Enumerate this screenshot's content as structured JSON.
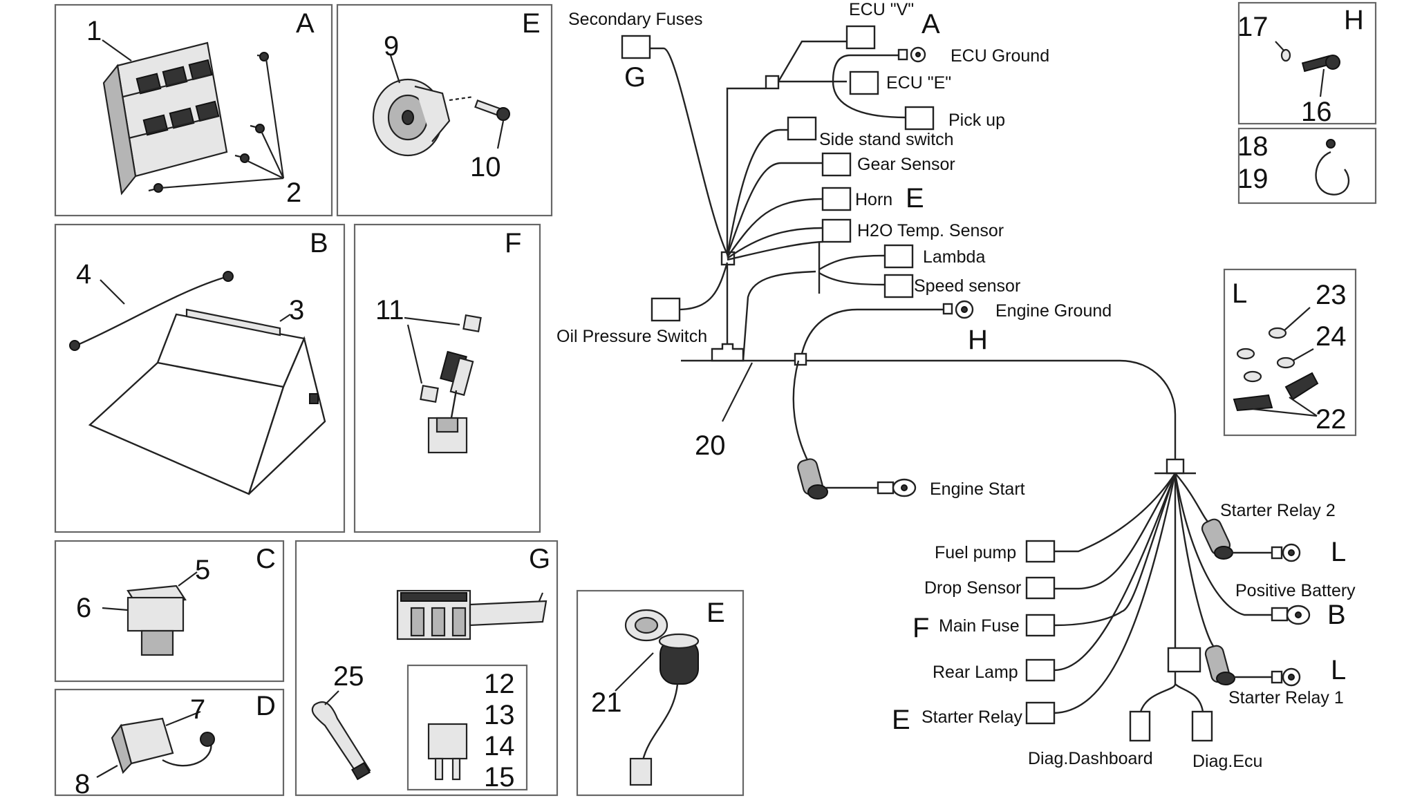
{
  "panels": {
    "A": {
      "letter": "A",
      "labels": [
        "1",
        "2"
      ]
    },
    "E1": {
      "letter": "E",
      "labels": [
        "9",
        "10"
      ]
    },
    "B": {
      "letter": "B",
      "labels": [
        "4",
        "3"
      ]
    },
    "F": {
      "letter": "F",
      "labels": [
        "11"
      ]
    },
    "C": {
      "letter": "C",
      "labels": [
        "5",
        "6"
      ]
    },
    "G": {
      "letter": "G",
      "labels": [
        "25",
        "12",
        "13",
        "14",
        "15"
      ]
    },
    "D": {
      "letter": "D",
      "labels": [
        "7",
        "8"
      ]
    },
    "E2": {
      "letter": "E",
      "labels": [
        "21"
      ]
    },
    "H": {
      "letter": "H",
      "labels": [
        "17",
        "16"
      ]
    },
    "I": {
      "letter": "",
      "labels": [
        "18",
        "19"
      ]
    },
    "L": {
      "letter": "L",
      "labels": [
        "23",
        "24",
        "22"
      ]
    }
  },
  "harness": {
    "labels": {
      "secondary_fuses": "Secondary Fuses",
      "ecu_v": "ECU \"V\"",
      "ecu_ground": "ECU Ground",
      "ecu_e": "ECU \"E\"",
      "pick_up": "Pick up",
      "side_stand": "Side stand switch",
      "gear_sensor": "Gear Sensor",
      "horn": "Horn",
      "h2o_temp": "H2O Temp. Sensor",
      "lambda": "Lambda",
      "speed_sensor": "Speed sensor",
      "engine_ground": "Engine Ground",
      "oil_pressure": "Oil Pressure Switch",
      "engine_start": "Engine Start",
      "starter_relay_2": "Starter Relay 2",
      "fuel_pump": "Fuel pump",
      "drop_sensor": "Drop Sensor",
      "positive_battery": "Positive Battery",
      "main_fuse": "Main Fuse",
      "rear_lamp": "Rear Lamp",
      "starter_relay_1": "Starter Relay 1",
      "starter_relay": "Starter Relay",
      "diag_dashboard": "Diag.Dashboard",
      "diag_ecu": "Diag.Ecu"
    },
    "refs": {
      "g": "G",
      "a": "A",
      "e_horn": "E",
      "h": "H",
      "harness_num": "20",
      "l1": "L",
      "b": "B",
      "l2": "L",
      "f": "F",
      "e_relay": "E"
    }
  }
}
